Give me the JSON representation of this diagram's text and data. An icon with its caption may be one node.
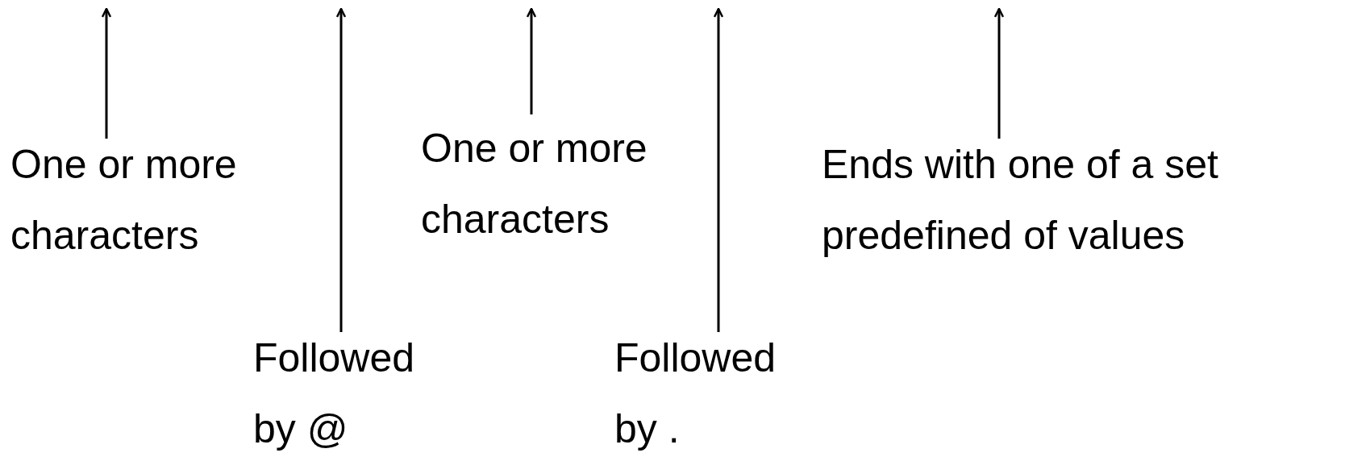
{
  "diagram": {
    "nodes": [
      {
        "text": [
          "One or more characters"
        ]
      },
      {
        "text": [
          "Followed by @"
        ]
      },
      {
        "text": [
          "One or more characters"
        ]
      },
      {
        "text": [
          "Followed by ."
        ]
      },
      {
        "text": [
          "Ends with one of a set predefined of values"
        ]
      }
    ],
    "edges": [
      {
        "from": 0,
        "to": null,
        "arrow": "to"
      },
      {
        "from": 1,
        "to": null,
        "arrow": "to"
      },
      {
        "from": 2,
        "to": null,
        "arrow": "to"
      },
      {
        "from": 3,
        "to": null,
        "arrow": "to"
      },
      {
        "from": 4,
        "to": null,
        "arrow": "to"
      }
    ]
  }
}
